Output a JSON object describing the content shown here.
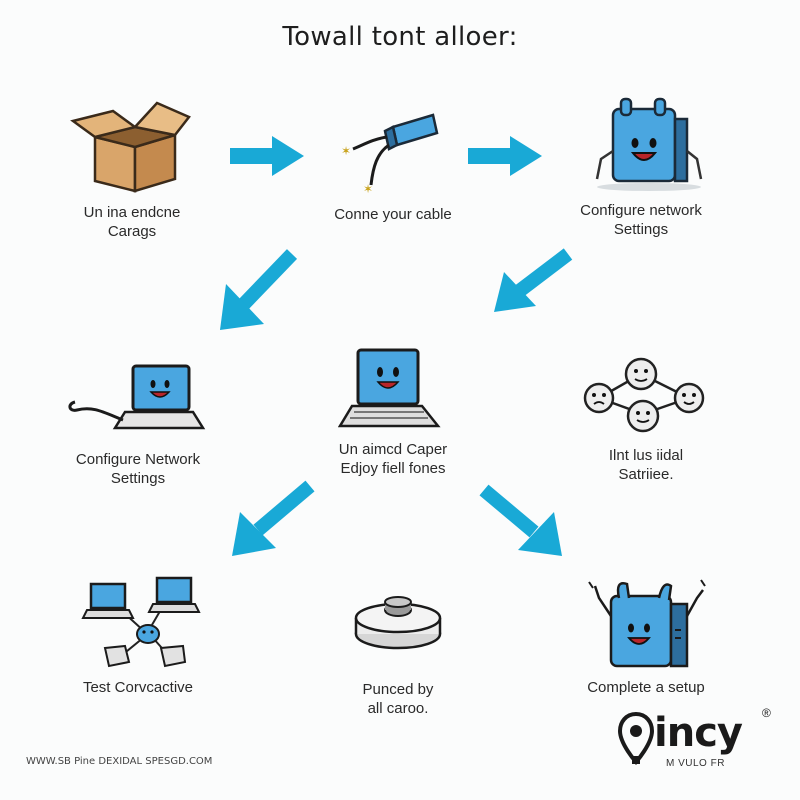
{
  "title": "Towall tont alloer:",
  "colors": {
    "accent": "#19a9d6",
    "device_blue": "#4aa6e0",
    "box_brown": "#d9a56a"
  },
  "steps": [
    {
      "id": "unbox",
      "icon": "cardboard-box-icon",
      "label": [
        "Un ina endcne",
        "Carags"
      ]
    },
    {
      "id": "connect",
      "icon": "ethernet-cable-icon",
      "label": [
        "Conne your cable"
      ]
    },
    {
      "id": "configure-1",
      "icon": "router-mascot-icon",
      "label": [
        "Configure network",
        "Settings"
      ]
    },
    {
      "id": "configure-2",
      "icon": "laptop-cable-icon",
      "label": [
        "Configure Network",
        "Settings"
      ]
    },
    {
      "id": "enjoy",
      "icon": "laptop-mascot-icon",
      "label": [
        "Un aimcd Caper",
        "Edjoy fiell fones"
      ]
    },
    {
      "id": "install",
      "icon": "network-nodes-icon",
      "label": [
        "Ilnt lus iidal",
        "Satriiee."
      ]
    },
    {
      "id": "test",
      "icon": "devices-network-icon",
      "label": [
        "Test Corvcactive"
      ]
    },
    {
      "id": "powered",
      "icon": "round-device-icon",
      "label": [
        "Punced by",
        "all caroo."
      ]
    },
    {
      "id": "complete",
      "icon": "router-cheer-icon",
      "label": [
        "Complete a setup"
      ]
    }
  ],
  "logo": {
    "name": "incy",
    "registered": "®",
    "subtitle": "M VULO FR"
  },
  "footer": "WWW.SB Pine DEXIDAL SPESGD.COM"
}
